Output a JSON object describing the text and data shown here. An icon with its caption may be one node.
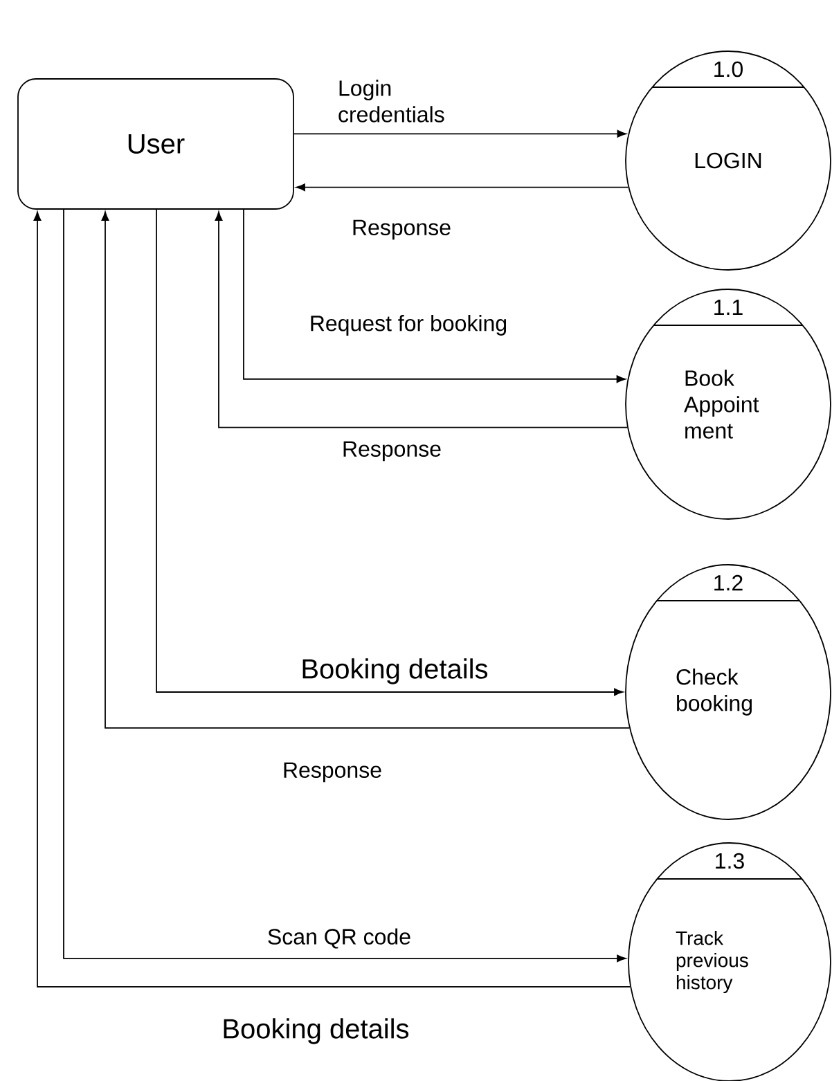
{
  "diagram": {
    "nodes": [
      {
        "text": [
          "User"
        ]
      },
      {
        "text": [
          "1.0",
          "LOGIN"
        ]
      },
      {
        "text": [
          "1.1",
          "Book Appoint ment"
        ]
      },
      {
        "text": [
          "1.2",
          "Check booking"
        ]
      },
      {
        "text": [
          "1.3",
          "Track previous history"
        ]
      }
    ],
    "edges": [
      {
        "from": 0,
        "to": 1,
        "arrow": "to",
        "label": "Login credentials"
      },
      {
        "from": 1,
        "to": 0,
        "arrow": "to",
        "label": "Response"
      },
      {
        "from": 0,
        "to": 2,
        "arrow": "to",
        "label": "Request for booking"
      },
      {
        "from": 2,
        "to": 0,
        "arrow": "to",
        "label": "Response"
      },
      {
        "from": 0,
        "to": 3,
        "arrow": "to",
        "label": "Booking details"
      },
      {
        "from": 3,
        "to": 0,
        "arrow": "to",
        "label": "Response"
      },
      {
        "from": 0,
        "to": 4,
        "arrow": "to",
        "label": "Scan QR code"
      },
      {
        "from": 4,
        "to": 0,
        "arrow": "to",
        "label": "Booking details"
      }
    ]
  }
}
